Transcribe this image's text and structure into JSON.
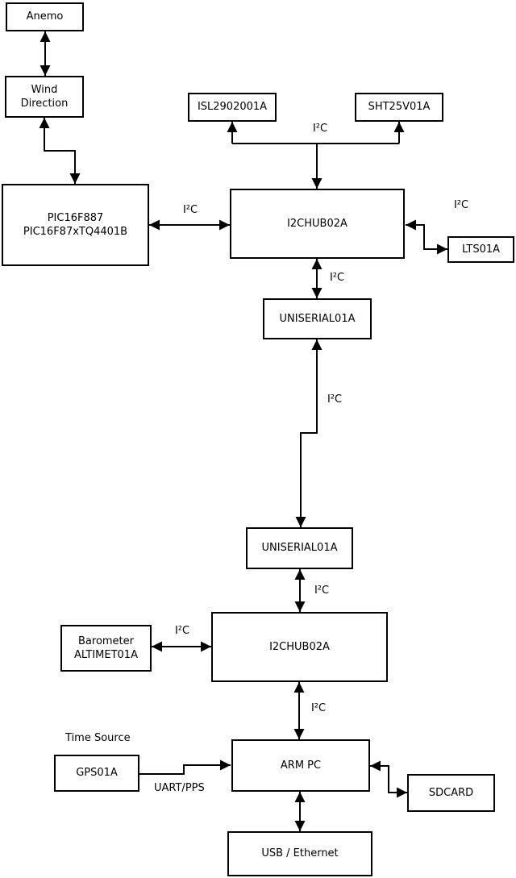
{
  "diagram": {
    "colors": {
      "background": "#ffffff",
      "line": "#000000",
      "box_fill": "#ffffff",
      "text": "#000000"
    },
    "nodes": {
      "anemo": {
        "label": "Anemo"
      },
      "wind_direction": {
        "line1": "Wind",
        "line2": "Direction"
      },
      "pic_mcu": {
        "line1": "PIC16F887",
        "line2": "PIC16F87xTQ4401B"
      },
      "isl_sensor": {
        "label": "ISL2902001A"
      },
      "sht_sensor": {
        "label": "SHT25V01A"
      },
      "i2c_hub_upper": {
        "label": "I2CHUB02A"
      },
      "lts_sensor": {
        "label": "LTS01A"
      },
      "uniserial_upper": {
        "label": "UNISERIAL01A"
      },
      "uniserial_lower": {
        "label": "UNISERIAL01A"
      },
      "barometer": {
        "line1": "Barometer",
        "line2": "ALTIMET01A"
      },
      "i2c_hub_lower": {
        "label": "I2CHUB02A"
      },
      "gps": {
        "label": "GPS01A"
      },
      "arm_pc": {
        "label": "ARM PC"
      },
      "sdcard": {
        "label": "SDCARD"
      },
      "usb_ethernet": {
        "label": "USB / Ethernet"
      }
    },
    "edge_labels": {
      "i2c": "I²C",
      "uart_pps": "UART/PPS"
    },
    "annotations": {
      "time_source": "Time Source"
    }
  }
}
